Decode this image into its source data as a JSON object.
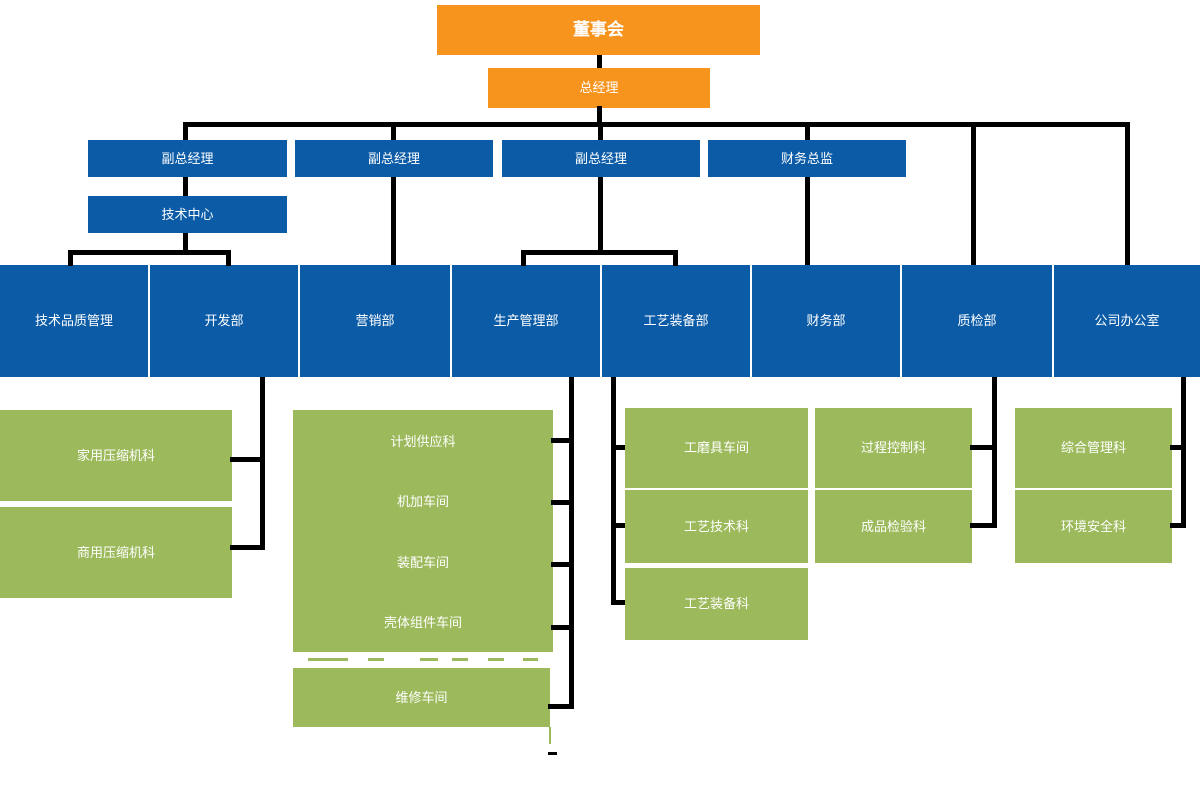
{
  "colors": {
    "orange": "#F7941E",
    "blue": "#0B5BA7",
    "green": "#9CBA5B",
    "line": "#000000"
  },
  "nodes": {
    "board": "董事会",
    "general_manager": "总经理",
    "deputy_gm_1": "副总经理",
    "deputy_gm_2": "副总经理",
    "deputy_gm_3": "副总经理",
    "cfo": "财务总监",
    "tech_center": "技术中心",
    "departments": [
      "技术品质管理",
      "开发部",
      "营销部",
      "生产管理部",
      "工艺装备部",
      "财务部",
      "质检部",
      "公司办公室"
    ],
    "development_children": [
      "家用压缩机科",
      "商用压缩机科"
    ],
    "production_children": [
      "计划供应科",
      "机加车间",
      "装配车间",
      "壳体组件车间",
      "维修车间"
    ],
    "tooling_children": [
      "工磨具车间",
      "工艺技术科",
      "工艺装备科"
    ],
    "quality_children": [
      "过程控制科",
      "成品检验科"
    ],
    "office_children": [
      "综合管理科",
      "环境安全科"
    ]
  }
}
